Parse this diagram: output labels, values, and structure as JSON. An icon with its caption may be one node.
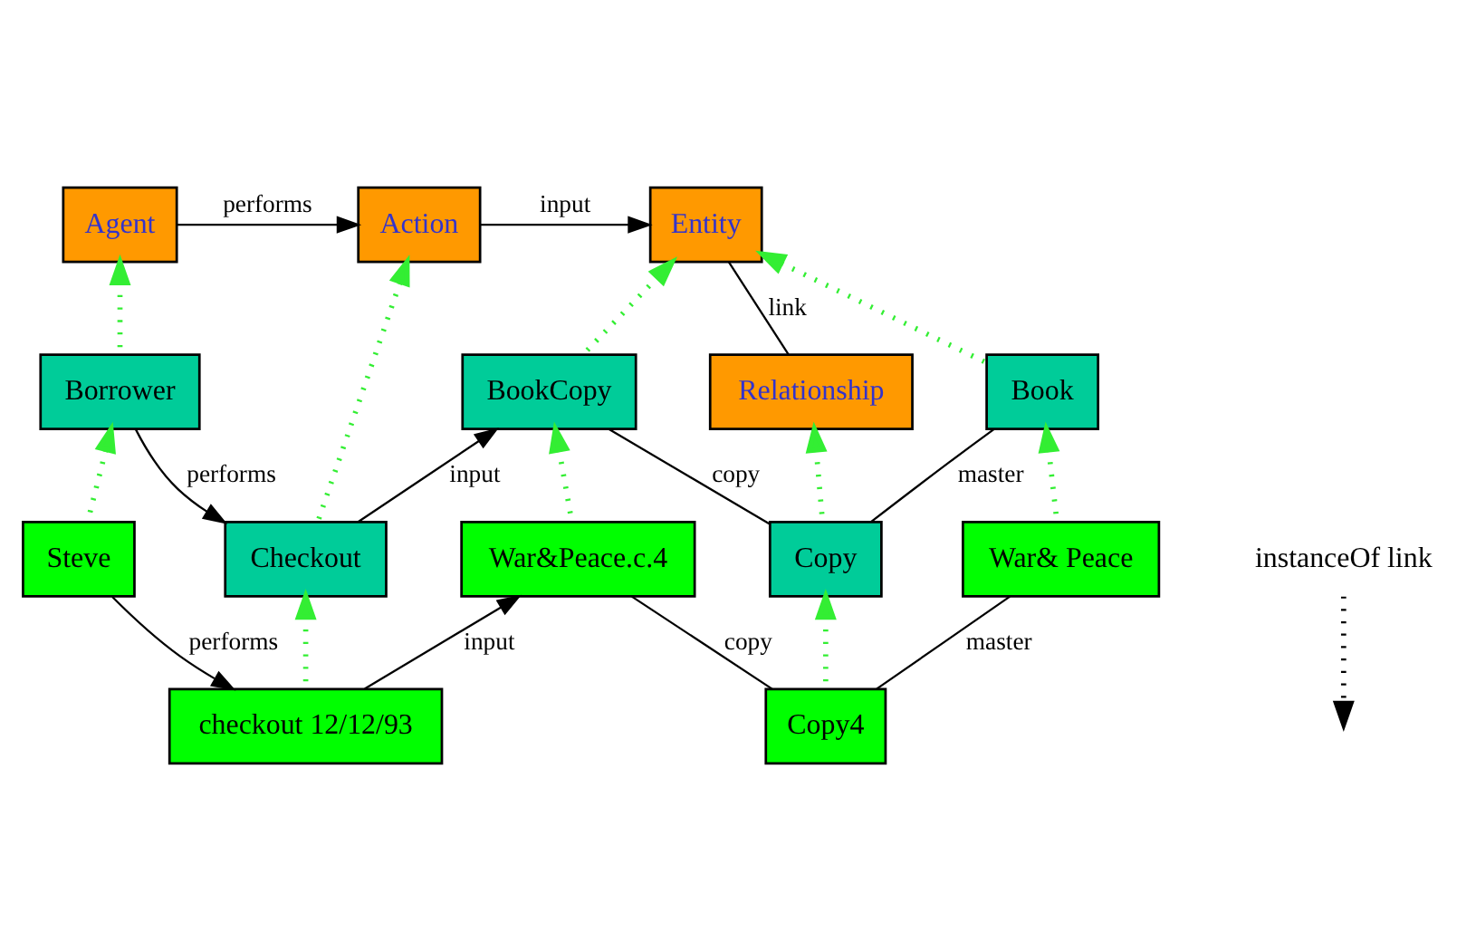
{
  "diagram": {
    "nodes": [
      {
        "text": [
          "Agent"
        ]
      },
      {
        "text": [
          "Action"
        ]
      },
      {
        "text": [
          "Entity"
        ]
      },
      {
        "text": [
          "Relationship"
        ]
      },
      {
        "text": [
          "Borrower"
        ]
      },
      {
        "text": [
          "BookCopy"
        ]
      },
      {
        "text": [
          "Book"
        ]
      },
      {
        "text": [
          "Checkout"
        ]
      },
      {
        "text": [
          "Copy"
        ]
      },
      {
        "text": [
          "Steve"
        ]
      },
      {
        "text": [
          "War&Peace.c.4"
        ]
      },
      {
        "text": [
          "War& Peace"
        ]
      },
      {
        "text": [
          "checkout 12/12/93"
        ]
      },
      {
        "text": [
          "Copy4"
        ]
      },
      {
        "text": [
          "instanceOf link"
        ]
      }
    ],
    "edges": [
      {
        "from": 0,
        "to": 1,
        "arrow": "to",
        "label": "performs"
      },
      {
        "from": 1,
        "to": 2,
        "arrow": "to",
        "label": "input"
      },
      {
        "from": 2,
        "to": 3,
        "arrow": "none",
        "label": "link"
      },
      {
        "from": 4,
        "to": 7,
        "arrow": "to",
        "label": "performs"
      },
      {
        "from": 7,
        "to": 5,
        "arrow": "to",
        "label": "input"
      },
      {
        "from": 5,
        "to": 8,
        "arrow": "none",
        "label": "copy"
      },
      {
        "from": 6,
        "to": 8,
        "arrow": "none",
        "label": "master"
      },
      {
        "from": 9,
        "to": 12,
        "arrow": "to",
        "label": "performs"
      },
      {
        "from": 12,
        "to": 10,
        "arrow": "to",
        "label": "input"
      },
      {
        "from": 10,
        "to": 13,
        "arrow": "none",
        "label": "copy"
      },
      {
        "from": 11,
        "to": 13,
        "arrow": "none",
        "label": "master"
      },
      {
        "from": 4,
        "to": 0,
        "arrow": "to",
        "style": "dashed",
        "color": "#33ee33"
      },
      {
        "from": 7,
        "to": 1,
        "arrow": "to",
        "style": "dashed",
        "color": "#33ee33"
      },
      {
        "from": 5,
        "to": 2,
        "arrow": "to",
        "style": "dashed",
        "color": "#33ee33"
      },
      {
        "from": 6,
        "to": 2,
        "arrow": "to",
        "style": "dashed",
        "color": "#33ee33"
      },
      {
        "from": 8,
        "to": 3,
        "arrow": "to",
        "style": "dashed",
        "color": "#33ee33"
      },
      {
        "from": 9,
        "to": 4,
        "arrow": "to",
        "style": "dashed",
        "color": "#33ee33"
      },
      {
        "from": 12,
        "to": 7,
        "arrow": "to",
        "style": "dashed",
        "color": "#33ee33"
      },
      {
        "from": 10,
        "to": 5,
        "arrow": "to",
        "style": "dashed",
        "color": "#33ee33"
      },
      {
        "from": 13,
        "to": 8,
        "arrow": "to",
        "style": "dashed",
        "color": "#33ee33"
      },
      {
        "from": 11,
        "to": 6,
        "arrow": "to",
        "style": "dashed",
        "color": "#33ee33"
      },
      {
        "from": 14,
        "to": null,
        "arrow": "to",
        "style": "dashed"
      }
    ]
  }
}
